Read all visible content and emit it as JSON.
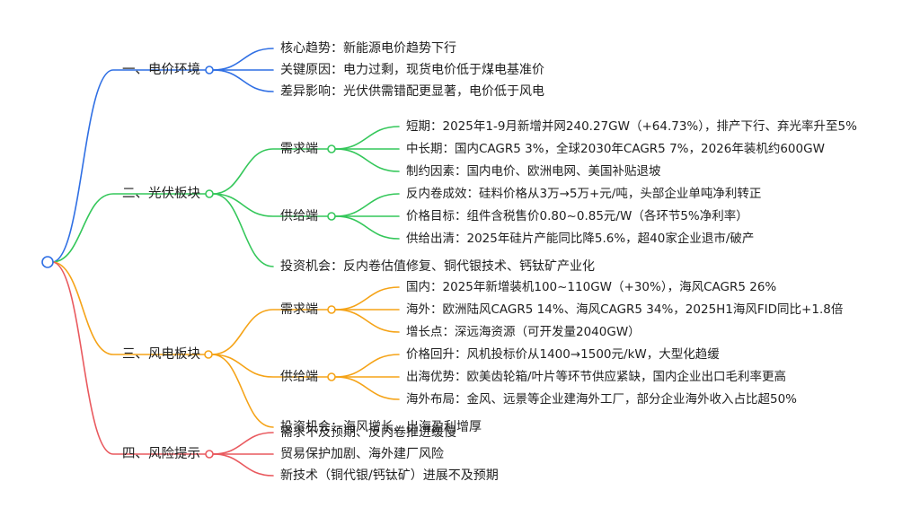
{
  "colors": {
    "blue": "#2f6fe4",
    "green": "#34c75a",
    "orange": "#f5a317",
    "red": "#e9595e"
  },
  "root": {
    "label": ""
  },
  "branches": [
    {
      "label": "一、电价环境",
      "color": "blue",
      "children": [
        {
          "label": "核心趋势：新能源电价趋势下行"
        },
        {
          "label": "关键原因：电力过剩，现货电价低于煤电基准价"
        },
        {
          "label": "差异影响：光伏供需错配更显著，电价低于风电"
        }
      ]
    },
    {
      "label": "二、光伏板块",
      "color": "green",
      "children": [
        {
          "label": "需求端",
          "children": [
            {
              "label": "短期：2025年1-9月新增并网240.27GW（+64.73%），排产下行、弃光率升至5%"
            },
            {
              "label": "中长期：国内CAGR5 3%，全球2030年CAGR5 7%，2026年装机约600GW"
            },
            {
              "label": "制约因素：国内电价、欧洲电网、美国补贴退坡"
            }
          ]
        },
        {
          "label": "供给端",
          "children": [
            {
              "label": "反内卷成效：硅料价格从3万→5万+元/吨，头部企业单吨净利转正"
            },
            {
              "label": "价格目标：组件含税售价0.80~0.85元/W（各环节5%净利率）"
            },
            {
              "label": "供给出清：2025年硅片产能同比降5.6%，超40家企业退市/破产"
            }
          ]
        },
        {
          "label": "投资机会：反内卷估值修复、铜代银技术、钙钛矿产业化"
        }
      ]
    },
    {
      "label": "三、风电板块",
      "color": "orange",
      "children": [
        {
          "label": "需求端",
          "children": [
            {
              "label": "国内：2025年新增装机100~110GW（+30%），海风CAGR5 26%"
            },
            {
              "label": "海外：欧洲陆风CAGR5 14%、海风CAGR5 34%，2025H1海风FID同比+1.8倍"
            },
            {
              "label": "增长点：深远海资源（可开发量2040GW）"
            }
          ]
        },
        {
          "label": "供给端",
          "children": [
            {
              "label": "价格回升：风机投标价从1400→1500元/kW，大型化趋缓"
            },
            {
              "label": "出海优势：欧美齿轮箱/叶片等环节供应紧缺，国内企业出口毛利率更高"
            },
            {
              "label": "海外布局：金风、远景等企业建海外工厂，部分企业海外收入占比超50%"
            }
          ]
        },
        {
          "label": "投资机会：海风增长、出海盈利增厚"
        }
      ]
    },
    {
      "label": "四、风险提示",
      "color": "red",
      "children": [
        {
          "label": "需求不及预期、反内卷推进缓慢"
        },
        {
          "label": "贸易保护加剧、海外建厂风险"
        },
        {
          "label": "新技术（铜代银/钙钛矿）进展不及预期"
        }
      ]
    }
  ]
}
